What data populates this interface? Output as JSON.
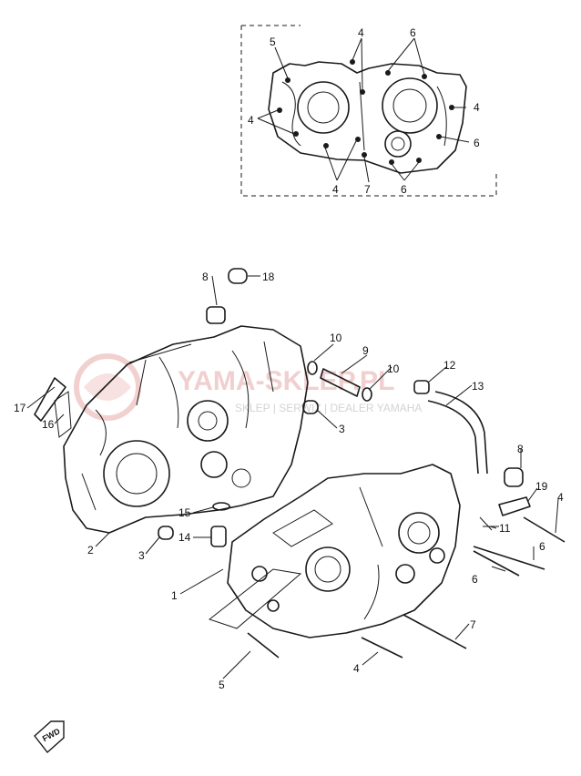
{
  "watermark": {
    "brand": "YAMA-SKLEP.PL",
    "sub": "SKLEP | SERWIZ | DEALER YAMAHA"
  },
  "fwd_label": "FWD",
  "callouts": [
    {
      "id": "c5-top",
      "label": "5"
    },
    {
      "id": "c4-top-a",
      "label": "4"
    },
    {
      "id": "c6-top-a",
      "label": "6"
    },
    {
      "id": "c4-right",
      "label": "4"
    },
    {
      "id": "c4-left",
      "label": "4"
    },
    {
      "id": "c6-right",
      "label": "6"
    },
    {
      "id": "c4-bottom",
      "label": "4"
    },
    {
      "id": "c7-top",
      "label": "7"
    },
    {
      "id": "c6-bottom",
      "label": "6"
    },
    {
      "id": "c8-top",
      "label": "8"
    },
    {
      "id": "c18",
      "label": "18"
    },
    {
      "id": "c10-a",
      "label": "10"
    },
    {
      "id": "c9",
      "label": "9"
    },
    {
      "id": "c10-b",
      "label": "10"
    },
    {
      "id": "c12",
      "label": "12"
    },
    {
      "id": "c13",
      "label": "13"
    },
    {
      "id": "c3-upper",
      "label": "3"
    },
    {
      "id": "c17",
      "label": "17"
    },
    {
      "id": "c16",
      "label": "16"
    },
    {
      "id": "c8-right",
      "label": "8"
    },
    {
      "id": "c19",
      "label": "19"
    },
    {
      "id": "c4-far-right",
      "label": "4"
    },
    {
      "id": "c15",
      "label": "15"
    },
    {
      "id": "c2",
      "label": "2"
    },
    {
      "id": "c11",
      "label": "11"
    },
    {
      "id": "c6-r1",
      "label": "6"
    },
    {
      "id": "c3-lower",
      "label": "3"
    },
    {
      "id": "c14",
      "label": "14"
    },
    {
      "id": "c6-r2",
      "label": "6"
    },
    {
      "id": "c1",
      "label": "1"
    },
    {
      "id": "c7-bottom",
      "label": "7"
    },
    {
      "id": "c5-bottom",
      "label": "5"
    },
    {
      "id": "c4-bottom-mid",
      "label": "4"
    }
  ]
}
